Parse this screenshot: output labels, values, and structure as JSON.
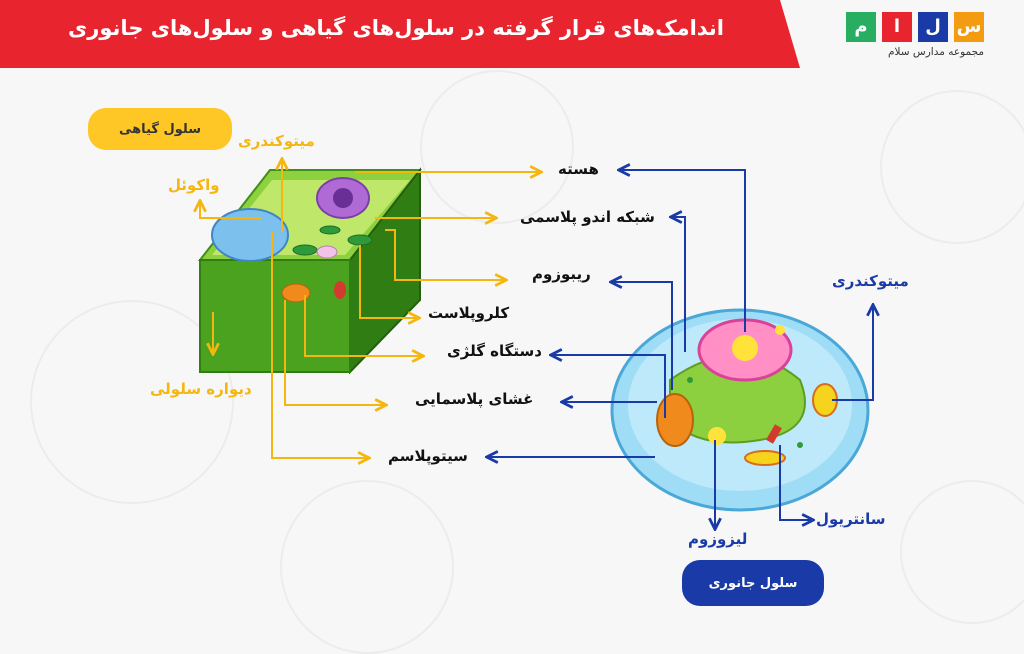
{
  "header": {
    "title": "اندامک‌های قرار گرفته در سلول‌های گیاهی و سلول‌های جانوری"
  },
  "logo": {
    "letters": [
      "س",
      "ل",
      "ا",
      "م"
    ],
    "subtitle": "مجموعه مدارس سلام"
  },
  "plant_cell": {
    "title": "سلول گیاهی",
    "labels": {
      "mitochondria": "میتوکندری",
      "vacuole": "واکوئل",
      "cell_wall": "دیواره سلولی"
    }
  },
  "animal_cell": {
    "title": "سلول جانوری",
    "labels": {
      "mitochondria": "میتوکندری",
      "centriole": "سانتریول",
      "lysosome": "لیزوزوم"
    }
  },
  "shared_labels": {
    "nucleus": "هسته",
    "er": "شبکه اندو پلاسمی",
    "ribosome": "ریبوزوم",
    "chloroplast": "کلروپلاست",
    "golgi": "دستگاه گلژی",
    "membrane": "غشای پلاسمایی",
    "cytoplasm": "سیتوپلاسم"
  },
  "colors": {
    "header": "#e8242f",
    "plant_accent": "#f5b70f",
    "animal_accent": "#1a3aa8",
    "logo_boxes": [
      "#f39c12",
      "#1a3aa8",
      "#e8242f",
      "#27ae60"
    ]
  }
}
